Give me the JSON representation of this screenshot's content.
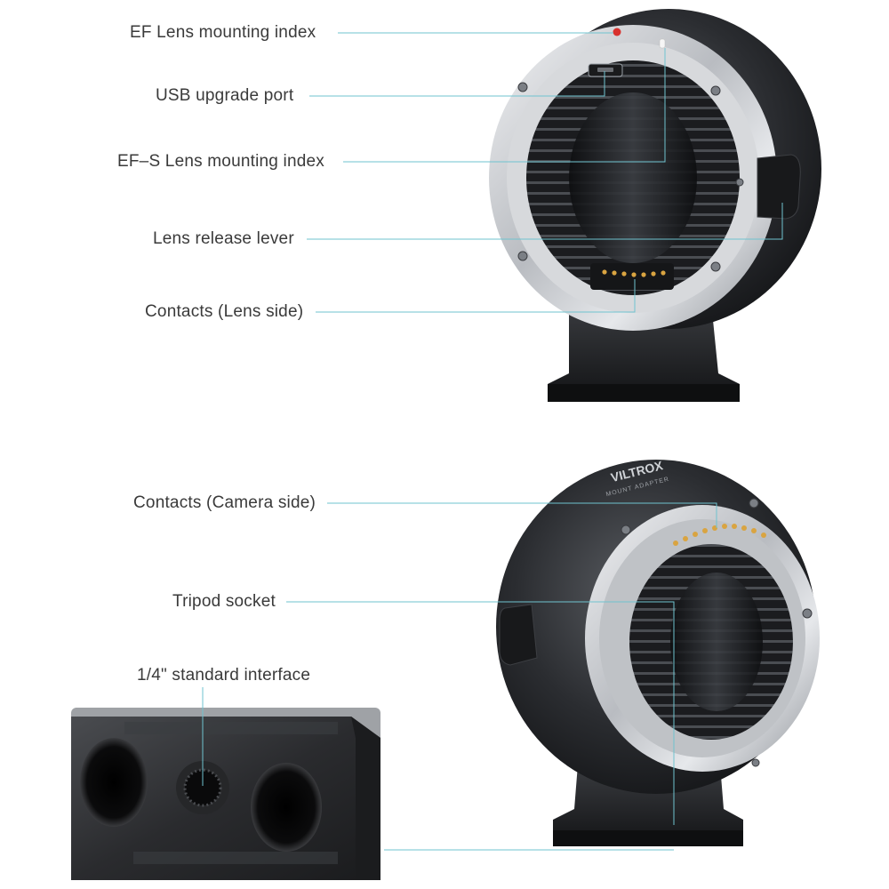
{
  "callouts_top": [
    {
      "id": "ef-index",
      "text": "EF Lens mounting index"
    },
    {
      "id": "usb-port",
      "text": "USB upgrade port"
    },
    {
      "id": "efs-index",
      "text": "EF–S Lens mounting index"
    },
    {
      "id": "release-lever",
      "text": "Lens release lever"
    },
    {
      "id": "contacts-lens",
      "text": "Contacts (Lens side)"
    }
  ],
  "callouts_bottom": [
    {
      "id": "contacts-camera",
      "text": "Contacts (Camera side)"
    },
    {
      "id": "tripod-socket",
      "text": "Tripod socket"
    },
    {
      "id": "standard-interface",
      "text": "1/4\" standard interface"
    }
  ],
  "brand_mark": "VILTROX",
  "brand_sub": "MOUNT ADAPTER",
  "colors": {
    "leader_line": "#6fc3cf",
    "label_text": "#3a3a3a",
    "body_dark": "#1e1f21",
    "metal": "#c9ccd0",
    "contact_gold": "#d9a441",
    "index_red": "#d8322e"
  }
}
